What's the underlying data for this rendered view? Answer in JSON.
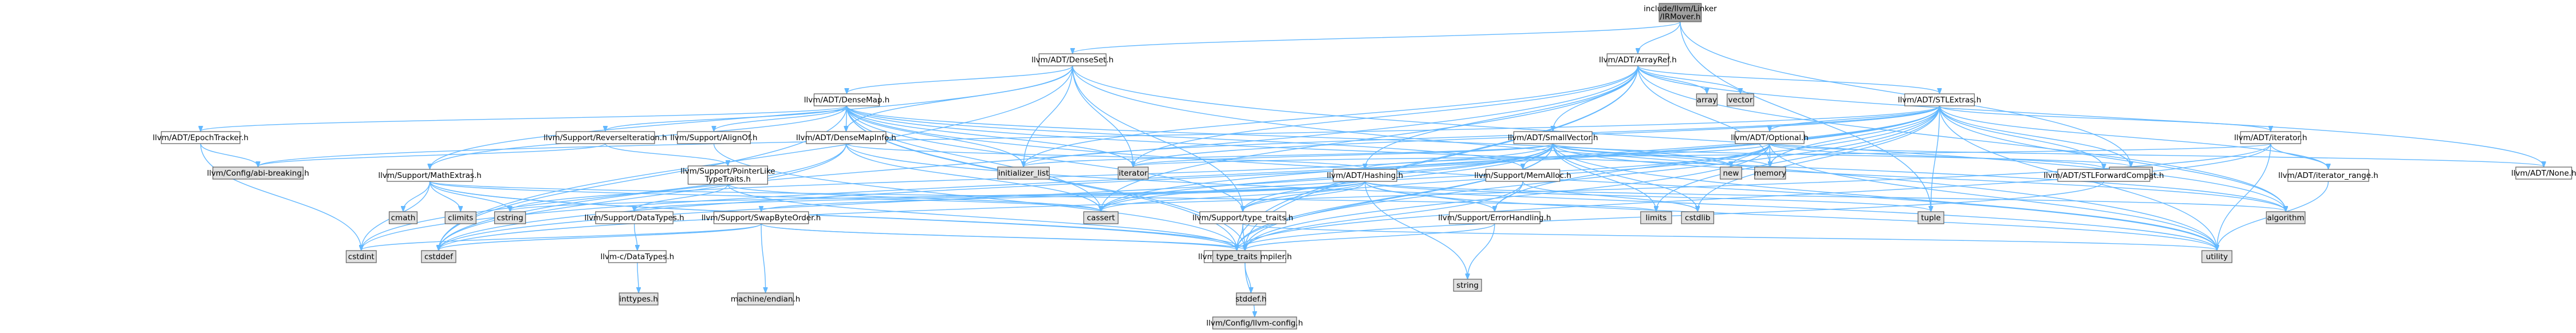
{
  "colors": {
    "background": "#ffffff",
    "root_fill": "#a0a0a0",
    "node_fill": "#ffffff",
    "system_header_fill": "#e0e0e0",
    "missing_node_border": "#ff0000",
    "node_border": "#666666",
    "edge": "#63b8ff"
  },
  "nodes": [
    {
      "id": "root",
      "label": [
        "include/llvm/Linker",
        "/IRMover.h"
      ],
      "kind": "root"
    },
    {
      "id": "denseset",
      "label": [
        "llvm/ADT/DenseSet.h"
      ],
      "kind": "file"
    },
    {
      "id": "arrayref",
      "label": [
        "llvm/ADT/ArrayRef.h"
      ],
      "kind": "file"
    },
    {
      "id": "densemap",
      "label": [
        "llvm/ADT/DenseMap.h"
      ],
      "kind": "file"
    },
    {
      "id": "array",
      "label": [
        "array"
      ],
      "kind": "system"
    },
    {
      "id": "vector",
      "label": [
        "vector"
      ],
      "kind": "system"
    },
    {
      "id": "stlextras",
      "label": [
        "llvm/ADT/STLExtras.h"
      ],
      "kind": "file"
    },
    {
      "id": "epochtracker",
      "label": [
        "llvm/ADT/EpochTracker.h"
      ],
      "kind": "file"
    },
    {
      "id": "reverseiteration",
      "label": [
        "llvm/Support/ReverseIteration.h"
      ],
      "kind": "file"
    },
    {
      "id": "alignof",
      "label": [
        "llvm/Support/AlignOf.h"
      ],
      "kind": "file"
    },
    {
      "id": "densemapinfo",
      "label": [
        "llvm/ADT/DenseMapInfo.h"
      ],
      "kind": "file"
    },
    {
      "id": "smallvector",
      "label": [
        "llvm/ADT/SmallVector.h"
      ],
      "kind": "file"
    },
    {
      "id": "optional",
      "label": [
        "llvm/ADT/Optional.h"
      ],
      "kind": "file"
    },
    {
      "id": "adt_iterator",
      "label": [
        "llvm/ADT/iterator.h"
      ],
      "kind": "file"
    },
    {
      "id": "abibreaking",
      "label": [
        "llvm/Config/abi-breaking.h"
      ],
      "kind": "system"
    },
    {
      "id": "initializer_list",
      "label": [
        "initializer_list"
      ],
      "kind": "system"
    },
    {
      "id": "iterator",
      "label": [
        "iterator"
      ],
      "kind": "system"
    },
    {
      "id": "new",
      "label": [
        "new"
      ],
      "kind": "system"
    },
    {
      "id": "memory",
      "label": [
        "memory"
      ],
      "kind": "system"
    },
    {
      "id": "functional",
      "label": [
        "functional"
      ],
      "kind": "system"
    },
    {
      "id": "none",
      "label": [
        "llvm/ADT/None.h"
      ],
      "kind": "file"
    },
    {
      "id": "mathextras",
      "label": [
        "llvm/Support/MathExtras.h"
      ],
      "kind": "file"
    },
    {
      "id": "pointerliketypetraits",
      "label": [
        "llvm/Support/PointerLike",
        "TypeTraits.h"
      ],
      "kind": "file"
    },
    {
      "id": "hashing",
      "label": [
        "llvm/ADT/Hashing.h"
      ],
      "kind": "file"
    },
    {
      "id": "memalloc",
      "label": [
        "llvm/Support/MemAlloc.h"
      ],
      "kind": "file"
    },
    {
      "id": "stlforwardcompat",
      "label": [
        "llvm/ADT/STLForwardCompat.h"
      ],
      "kind": "file"
    },
    {
      "id": "iterator_range",
      "label": [
        "llvm/ADT/iterator_range.h"
      ],
      "kind": "file"
    },
    {
      "id": "cmath",
      "label": [
        "cmath"
      ],
      "kind": "system"
    },
    {
      "id": "climits",
      "label": [
        "climits"
      ],
      "kind": "system"
    },
    {
      "id": "cstring",
      "label": [
        "cstring"
      ],
      "kind": "system"
    },
    {
      "id": "cassert",
      "label": [
        "cassert"
      ],
      "kind": "system"
    },
    {
      "id": "limits",
      "label": [
        "limits"
      ],
      "kind": "system"
    },
    {
      "id": "cstdlib",
      "label": [
        "cstdlib"
      ],
      "kind": "system"
    },
    {
      "id": "tuple",
      "label": [
        "tuple"
      ],
      "kind": "system"
    },
    {
      "id": "algorithm",
      "label": [
        "algorithm"
      ],
      "kind": "system"
    },
    {
      "id": "datatypes",
      "label": [
        "llvm/Support/DataTypes.h"
      ],
      "kind": "file"
    },
    {
      "id": "swapbyteorder",
      "label": [
        "llvm/Support/SwapByteOrder.h"
      ],
      "kind": "file"
    },
    {
      "id": "type_traits_h",
      "label": [
        "llvm/Support/type_traits.h"
      ],
      "kind": "file"
    },
    {
      "id": "errorhandling",
      "label": [
        "llvm/Support/ErrorHandling.h"
      ],
      "kind": "file"
    },
    {
      "id": "cstdint",
      "label": [
        "cstdint"
      ],
      "kind": "system"
    },
    {
      "id": "cstddef",
      "label": [
        "cstddef"
      ],
      "kind": "system"
    },
    {
      "id": "c_datatypes",
      "label": [
        "llvm-c/DataTypes.h"
      ],
      "kind": "missing"
    },
    {
      "id": "machine_endian",
      "label": [
        "machine/endian.h"
      ],
      "kind": "system"
    },
    {
      "id": "compiler",
      "label": [
        "llvm/Support/Compiler.h"
      ],
      "kind": "file"
    },
    {
      "id": "type_traits",
      "label": [
        "type_traits"
      ],
      "kind": "system"
    },
    {
      "id": "string",
      "label": [
        "string"
      ],
      "kind": "system"
    },
    {
      "id": "utility",
      "label": [
        "utility"
      ],
      "kind": "system"
    },
    {
      "id": "inttypes",
      "label": [
        "inttypes.h"
      ],
      "kind": "system"
    },
    {
      "id": "stddef",
      "label": [
        "stddef.h"
      ],
      "kind": "system"
    },
    {
      "id": "llvm_config",
      "label": [
        "llvm/Config/llvm-config.h"
      ],
      "kind": "system"
    }
  ],
  "edges": [
    [
      "root",
      "denseset"
    ],
    [
      "root",
      "arrayref"
    ],
    [
      "root",
      "functional"
    ],
    [
      "root",
      "tuple"
    ],
    [
      "denseset",
      "densemap"
    ],
    [
      "denseset",
      "densemapinfo"
    ],
    [
      "denseset",
      "mathextras"
    ],
    [
      "denseset",
      "type_traits_h"
    ],
    [
      "denseset",
      "algorithm"
    ],
    [
      "denseset",
      "cstddef"
    ],
    [
      "denseset",
      "initializer_list"
    ],
    [
      "denseset",
      "iterator"
    ],
    [
      "denseset",
      "utility"
    ],
    [
      "arrayref",
      "hashing"
    ],
    [
      "arrayref",
      "none"
    ],
    [
      "arrayref",
      "smallvector"
    ],
    [
      "arrayref",
      "stlextras"
    ],
    [
      "arrayref",
      "compiler"
    ],
    [
      "arrayref",
      "algorithm"
    ],
    [
      "arrayref",
      "array"
    ],
    [
      "arrayref",
      "cassert"
    ],
    [
      "arrayref",
      "cstddef"
    ],
    [
      "arrayref",
      "initializer_list"
    ],
    [
      "arrayref",
      "iterator"
    ],
    [
      "arrayref",
      "memory"
    ],
    [
      "arrayref",
      "type_traits"
    ],
    [
      "arrayref",
      "vector"
    ],
    [
      "densemap",
      "densemapinfo"
    ],
    [
      "densemap",
      "epochtracker"
    ],
    [
      "densemap",
      "alignof"
    ],
    [
      "densemap",
      "compiler"
    ],
    [
      "densemap",
      "mathextras"
    ],
    [
      "densemap",
      "memalloc"
    ],
    [
      "densemap",
      "reverseiteration"
    ],
    [
      "densemap",
      "type_traits_h"
    ],
    [
      "densemap",
      "algorithm"
    ],
    [
      "densemap",
      "cassert"
    ],
    [
      "densemap",
      "cstddef"
    ],
    [
      "densemap",
      "initializer_list"
    ],
    [
      "densemap",
      "iterator"
    ],
    [
      "densemap",
      "new"
    ],
    [
      "densemap",
      "type_traits"
    ],
    [
      "densemap",
      "utility"
    ],
    [
      "stlextras",
      "optional"
    ],
    [
      "stlextras",
      "stlforwardcompat"
    ],
    [
      "stlextras",
      "adt_iterator"
    ],
    [
      "stlextras",
      "iterator_range"
    ],
    [
      "stlextras",
      "abibreaking"
    ],
    [
      "stlextras",
      "errorhandling"
    ],
    [
      "stlextras",
      "algorithm"
    ],
    [
      "stlextras",
      "cassert"
    ],
    [
      "stlextras",
      "cstddef"
    ],
    [
      "stlextras",
      "cstdint"
    ],
    [
      "stlextras",
      "cstdlib"
    ],
    [
      "stlextras",
      "functional"
    ],
    [
      "stlextras",
      "initializer_list"
    ],
    [
      "stlextras",
      "iterator"
    ],
    [
      "stlextras",
      "limits"
    ],
    [
      "stlextras",
      "memory"
    ],
    [
      "stlextras",
      "tuple"
    ],
    [
      "stlextras",
      "type_traits"
    ],
    [
      "stlextras",
      "utility"
    ],
    [
      "epochtracker",
      "abibreaking"
    ],
    [
      "epochtracker",
      "cstdint"
    ],
    [
      "reverseiteration",
      "abibreaking"
    ],
    [
      "reverseiteration",
      "pointerliketypetraits"
    ],
    [
      "alignof",
      "type_traits"
    ],
    [
      "densemapinfo",
      "hashing"
    ],
    [
      "densemapinfo",
      "cassert"
    ],
    [
      "densemapinfo",
      "cstddef"
    ],
    [
      "densemapinfo",
      "cstdint"
    ],
    [
      "densemapinfo",
      "utility"
    ],
    [
      "smallvector",
      "compiler"
    ],
    [
      "smallvector",
      "memalloc"
    ],
    [
      "smallvector",
      "type_traits_h"
    ],
    [
      "smallvector",
      "algorithm"
    ],
    [
      "smallvector",
      "cassert"
    ],
    [
      "smallvector",
      "cstddef"
    ],
    [
      "smallvector",
      "cstdlib"
    ],
    [
      "smallvector",
      "cstring"
    ],
    [
      "smallvector",
      "functional"
    ],
    [
      "smallvector",
      "initializer_list"
    ],
    [
      "smallvector",
      "iterator"
    ],
    [
      "smallvector",
      "limits"
    ],
    [
      "smallvector",
      "memory"
    ],
    [
      "smallvector",
      "new"
    ],
    [
      "smallvector",
      "type_traits"
    ],
    [
      "smallvector",
      "utility"
    ],
    [
      "optional",
      "hashing"
    ],
    [
      "optional",
      "none"
    ],
    [
      "optional",
      "stlforwardcompat"
    ],
    [
      "optional",
      "compiler"
    ],
    [
      "optional",
      "type_traits_h"
    ],
    [
      "optional",
      "cassert"
    ],
    [
      "optional",
      "memory"
    ],
    [
      "optional",
      "new"
    ],
    [
      "optional",
      "utility"
    ],
    [
      "adt_iterator",
      "iterator_range"
    ],
    [
      "adt_iterator",
      "cstddef"
    ],
    [
      "adt_iterator",
      "iterator"
    ],
    [
      "adt_iterator",
      "type_traits"
    ],
    [
      "adt_iterator",
      "utility"
    ],
    [
      "mathextras",
      "compiler"
    ],
    [
      "mathextras",
      "cassert"
    ],
    [
      "mathextras",
      "climits"
    ],
    [
      "mathextras",
      "cmath"
    ],
    [
      "mathextras",
      "cstdint"
    ],
    [
      "mathextras",
      "cstring"
    ],
    [
      "mathextras",
      "limits"
    ],
    [
      "mathextras",
      "type_traits"
    ],
    [
      "pointerliketypetraits",
      "datatypes"
    ],
    [
      "pointerliketypetraits",
      "cassert"
    ],
    [
      "pointerliketypetraits",
      "type_traits"
    ],
    [
      "hashing",
      "errorhandling"
    ],
    [
      "hashing",
      "datatypes"
    ],
    [
      "hashing",
      "swapbyteorder"
    ],
    [
      "hashing",
      "type_traits_h"
    ],
    [
      "hashing",
      "algorithm"
    ],
    [
      "hashing",
      "cassert"
    ],
    [
      "hashing",
      "cstring"
    ],
    [
      "hashing",
      "string"
    ],
    [
      "hashing",
      "tuple"
    ],
    [
      "hashing",
      "utility"
    ],
    [
      "memalloc",
      "compiler"
    ],
    [
      "memalloc",
      "errorhandling"
    ],
    [
      "memalloc",
      "cstdlib"
    ],
    [
      "stlforwardcompat",
      "type_traits"
    ],
    [
      "iterator_range",
      "utility"
    ],
    [
      "datatypes",
      "c_datatypes"
    ],
    [
      "c_datatypes",
      "inttypes"
    ],
    [
      "swapbyteorder",
      "compiler"
    ],
    [
      "swapbyteorder",
      "cstddef"
    ],
    [
      "swapbyteorder",
      "cstdint"
    ],
    [
      "swapbyteorder",
      "type_traits"
    ],
    [
      "swapbyteorder",
      "machine_endian"
    ],
    [
      "type_traits_h",
      "compiler"
    ],
    [
      "type_traits_h",
      "type_traits"
    ],
    [
      "type_traits_h",
      "utility"
    ],
    [
      "errorhandling",
      "compiler"
    ],
    [
      "errorhandling",
      "string"
    ],
    [
      "compiler",
      "llvm_config"
    ],
    [
      "compiler",
      "stddef"
    ]
  ]
}
